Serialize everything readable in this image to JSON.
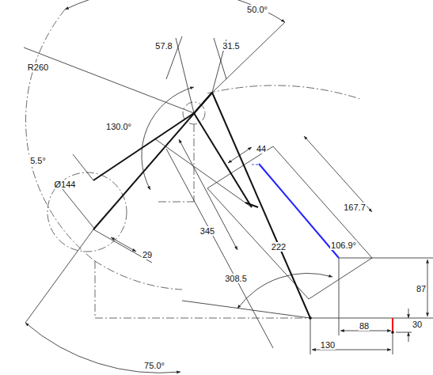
{
  "diagram": {
    "labels": [
      "50.0°",
      "57.8",
      "31.5",
      "R260",
      "130.0°",
      "5.5°",
      "Ø144",
      "29",
      "345",
      "308.5",
      "222",
      "44",
      "167.7",
      "106.9°",
      "87",
      "30",
      "88",
      "130",
      "75.0°"
    ]
  }
}
